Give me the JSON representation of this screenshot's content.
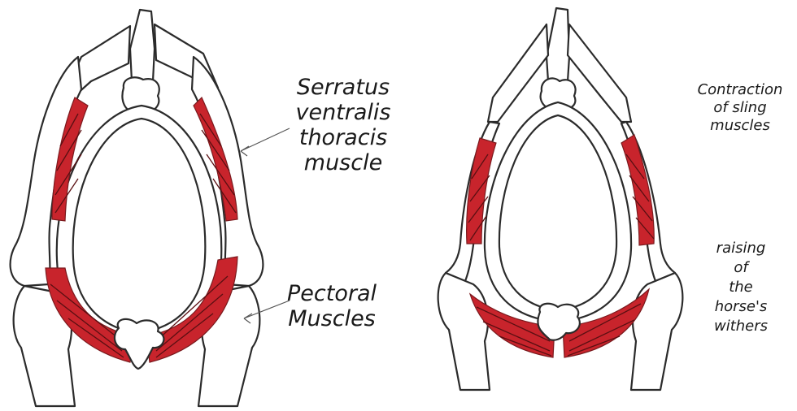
{
  "colors": {
    "bone_outline": "#2b2b2b",
    "bone_fill": "#ffffff",
    "muscle": "#c8242c",
    "muscle_light": "#d9484e",
    "muscle_lines": "#5a0f12",
    "text": "#1a1a1a"
  },
  "left_figure": {
    "label_serratus": [
      "Serratus",
      "ventralis",
      "thoracis",
      "muscle"
    ],
    "label_pectoral": [
      "Pectoral",
      "Muscles"
    ]
  },
  "right_figure": {
    "label_contraction": [
      "Contraction",
      "of sling",
      "muscles"
    ],
    "label_raising": [
      "raising",
      "of",
      "the",
      "horse's",
      "withers"
    ]
  }
}
